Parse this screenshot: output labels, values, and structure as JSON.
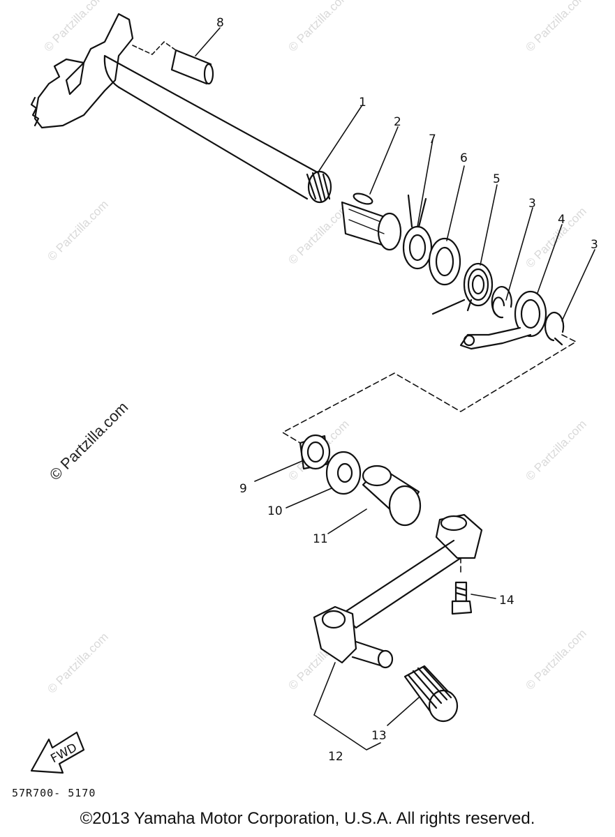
{
  "diagram": {
    "callouts": [
      "1",
      "2",
      "7",
      "6",
      "5",
      "3",
      "4",
      "3",
      "8",
      "9",
      "10",
      "11",
      "14",
      "13",
      "12"
    ],
    "drawing_code": "57R700- 5170",
    "fwd_label": "FWD",
    "watermark": "© Partzilla.com",
    "watermark_bold": "© Partzilla.com"
  },
  "footer": {
    "copyright": "©2013 Yamaha Motor Corporation, U.S.A. All rights reserved."
  }
}
